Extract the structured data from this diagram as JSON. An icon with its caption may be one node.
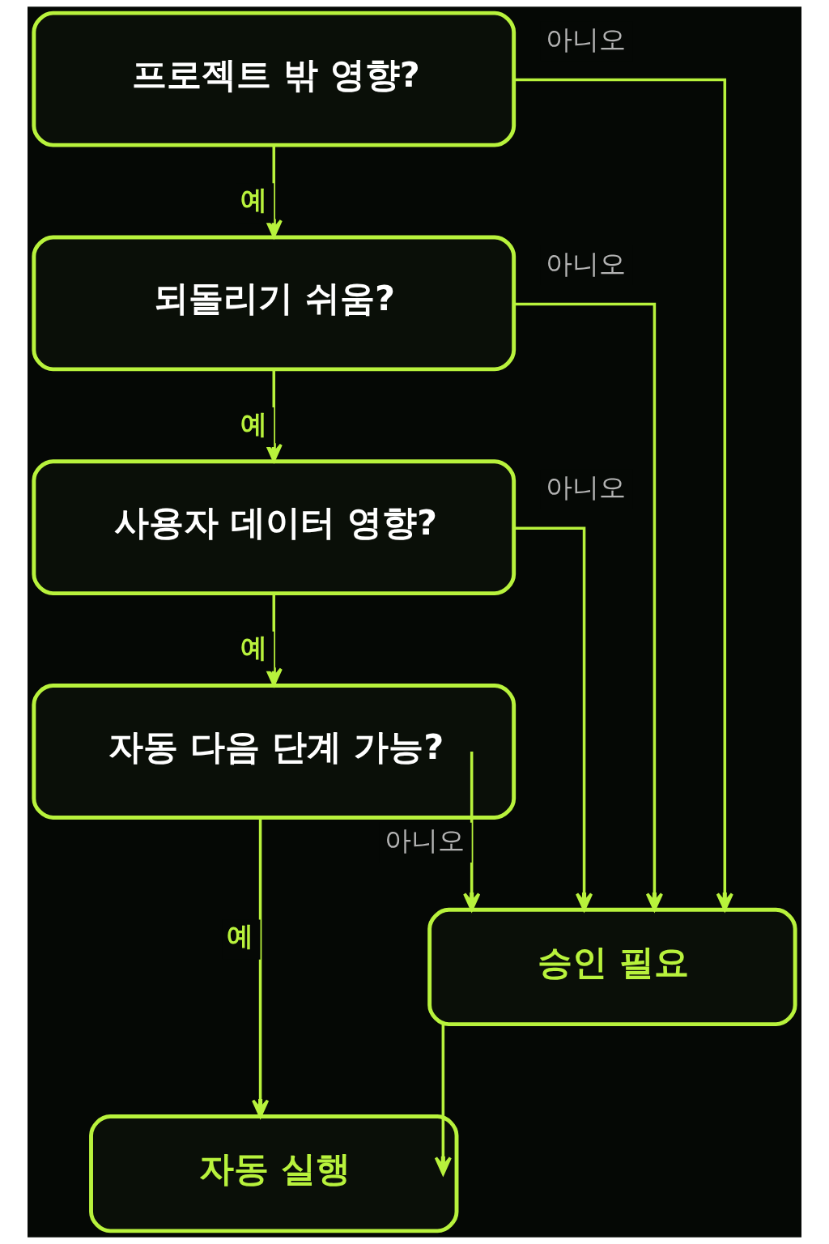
{
  "diagram": {
    "nodes": [
      {
        "text": [
          "프로젝트 밖 영향?"
        ]
      },
      {
        "text": [
          "되돌리기 쉬움?"
        ]
      },
      {
        "text": [
          "사용자 데이터 영향?"
        ]
      },
      {
        "text": [
          "자동 다음 단계 가능?"
        ]
      },
      {
        "text": [
          "승인 필요"
        ]
      },
      {
        "text": [
          "자동 실행"
        ]
      }
    ],
    "edges": [
      {
        "from": 0,
        "to": 1,
        "arrow": "to",
        "label": "예"
      },
      {
        "from": 1,
        "to": 2,
        "arrow": "to",
        "label": "예"
      },
      {
        "from": 2,
        "to": 3,
        "arrow": "to",
        "label": "예"
      },
      {
        "from": 3,
        "to": 5,
        "arrow": "to",
        "label": "예"
      },
      {
        "from": 0,
        "to": 4,
        "arrow": "to",
        "label": "아니오"
      },
      {
        "from": 1,
        "to": 4,
        "arrow": "to",
        "label": "아니오"
      },
      {
        "from": 2,
        "to": 4,
        "arrow": "to",
        "label": "아니오"
      },
      {
        "from": 3,
        "to": 4,
        "arrow": "to",
        "label": "아니오"
      },
      {
        "from": 4,
        "to": 5,
        "arrow": "to"
      }
    ]
  }
}
